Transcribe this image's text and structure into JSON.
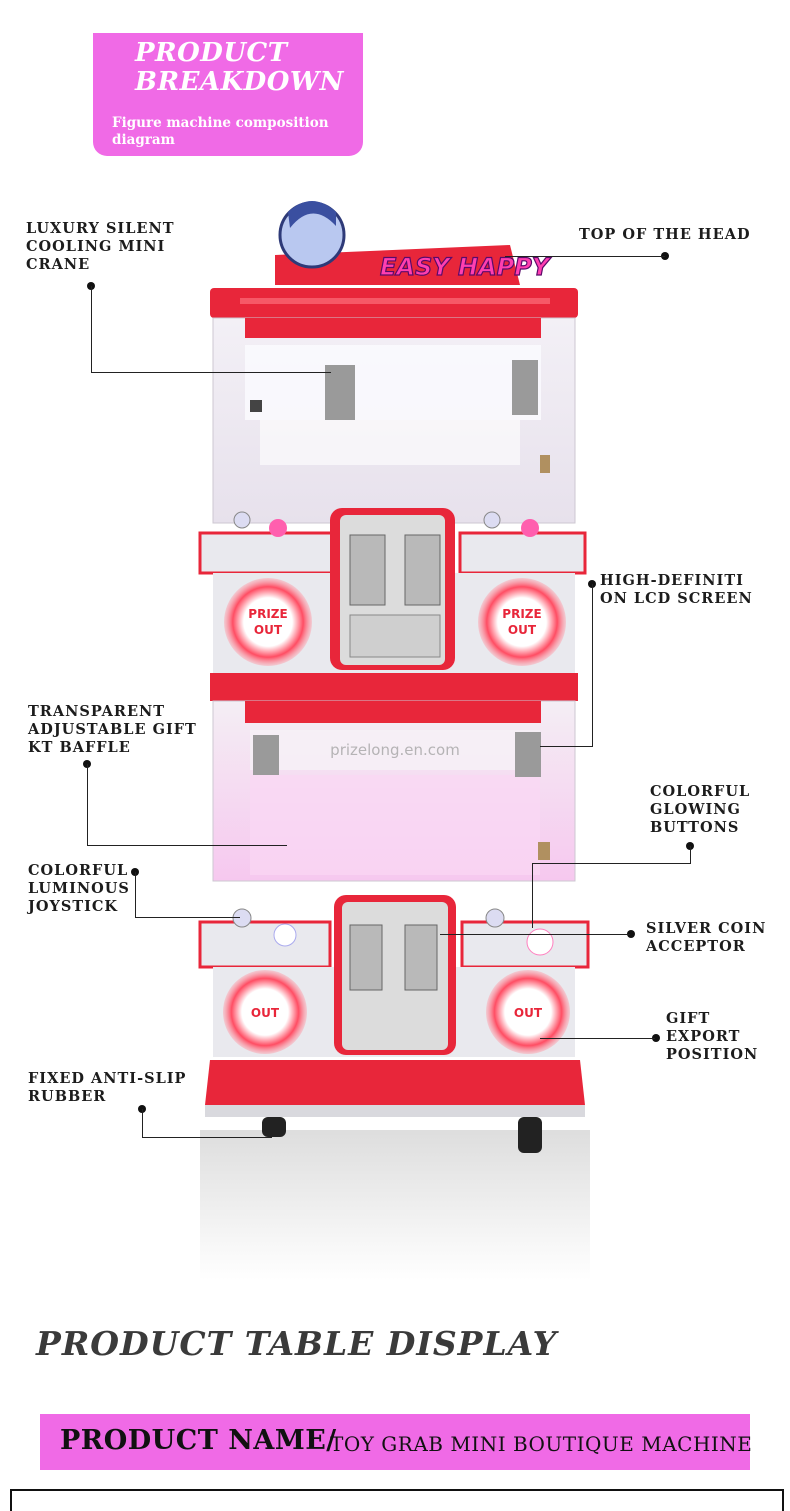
{
  "header": {
    "title_line1": "PRODUCT",
    "title_line2": "BREAKDOWN",
    "subtitle": "Figure machine composition diagram"
  },
  "machine": {
    "logo_text": "EASY HAPPY",
    "prize_label_1": "PRIZE",
    "prize_label_2": "OUT",
    "lower_out_label": "OUT",
    "watermark": "prizelong.en.com"
  },
  "callouts": {
    "crane": "LUXURY SILENT\nCOOLING MINI\nCRANE",
    "head": "TOP OF THE HEAD",
    "lcd": "HIGH-DEFINITI\nON LCD SCREEN",
    "baffle": "TRANSPARENT\nADJUSTABLE GIFT\nKT BAFFLE",
    "buttons": "COLORFUL\nGLOWING\nBUTTONS",
    "joystick": "COLORFUL\nLUMINOUS\nJOYSTICK",
    "coin": "SILVER COIN\nACCEPTOR",
    "gift": "GIFT\nEXPORT\nPOSITION",
    "rubber": "FIXED ANTI-SLIP\nRUBBER"
  },
  "display_section": {
    "title": "PRODUCT TABLE DISPLAY",
    "name_label": "PRODUCT NAME/",
    "name_value": "TOY GRAB MINI BOUTIQUE MACHINE"
  },
  "colors": {
    "accent_pink": "#f06ae6",
    "machine_red": "#e8263a",
    "machine_white": "#e9e9ee"
  }
}
